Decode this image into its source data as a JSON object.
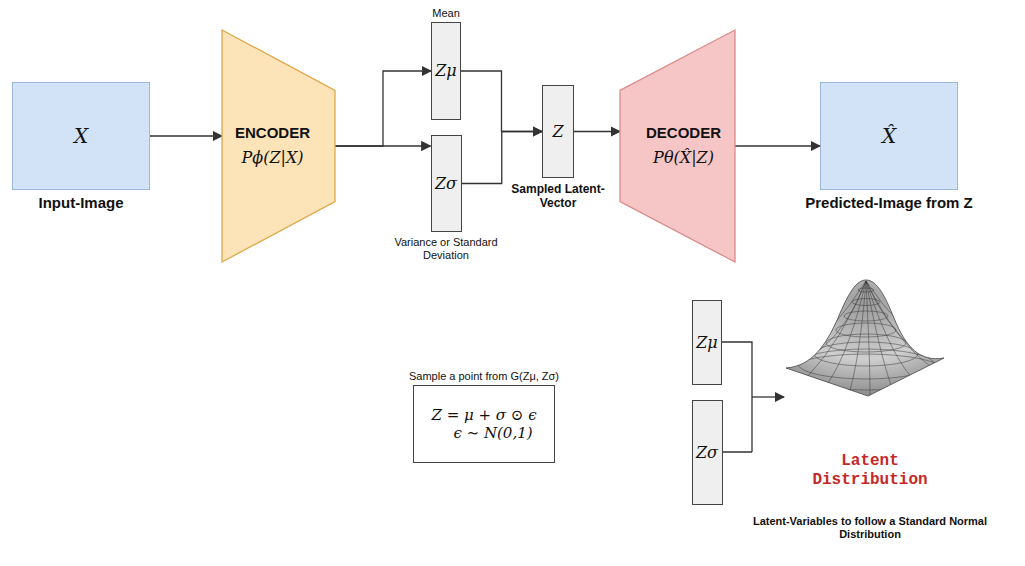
{
  "diagram": {
    "nodes": [
      {
        "text": [
          "X",
          "Input-Image"
        ]
      },
      {
        "text": [
          "ENCODER",
          "Pϕ(Z|X)"
        ]
      },
      {
        "text": [
          "Mean",
          "Zμ"
        ]
      },
      {
        "text": [
          "Zσ",
          "Variance or Standard Deviation"
        ]
      },
      {
        "text": [
          "Z",
          "Sampled Latent-Vector"
        ]
      },
      {
        "text": [
          "DECODER",
          "Pθ(X̂|Z)"
        ]
      },
      {
        "text": [
          "X̂",
          "Predicted-Image from Z"
        ]
      },
      {
        "text": [
          "Sample a point from G(Zμ, Zσ)",
          "Z = μ + σ ⊙ ϵ",
          "ϵ ∼ N(0,1)"
        ]
      },
      {
        "text": [
          "Zμ"
        ]
      },
      {
        "text": [
          "Zσ"
        ]
      }
    ],
    "edges": [
      {
        "from": 0,
        "to": 1,
        "arrow": "to"
      },
      {
        "from": 1,
        "to": 2,
        "arrow": "to"
      },
      {
        "from": 1,
        "to": 3,
        "arrow": "to"
      },
      {
        "from": 2,
        "to": 4,
        "arrow": "to"
      },
      {
        "from": 3,
        "to": 4,
        "arrow": "to"
      },
      {
        "from": 4,
        "to": 5,
        "arrow": "to"
      },
      {
        "from": 5,
        "to": 6,
        "arrow": "to"
      }
    ],
    "labels": [
      "Latent Distribution",
      "Latent-Variables to follow a Standard Normal Distribution"
    ]
  }
}
